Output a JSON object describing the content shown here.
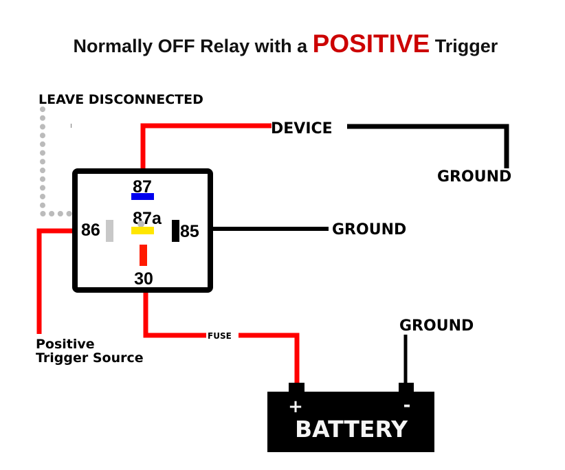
{
  "title": {
    "prefix": "Normally OFF Relay with a ",
    "emphasis": "POSITIVE",
    "suffix": " Trigger"
  },
  "labels": {
    "leave_disconnected": "LEAVE DISCONNECTED",
    "device": "DEVICE",
    "ground_device": "GROUND",
    "ground_85": "GROUND",
    "ground_battery": "GROUND",
    "fuse": "FUSE",
    "trigger_line1": "Positive",
    "trigger_line2": "Trigger Source"
  },
  "relay": {
    "pins": {
      "p87": "87",
      "p87a": "87a",
      "p86": "86",
      "p85": "85",
      "p30": "30"
    }
  },
  "battery": {
    "label": "BATTERY",
    "positive": "+",
    "negative": "-"
  },
  "colors": {
    "title_emphasis": "#cc0000",
    "positive_wire": "#ff0000",
    "ground_wire": "#000000",
    "disconnected_wire": "#bbbbbb",
    "pin_87": "#0000ee",
    "pin_87a": "#ffe600",
    "pin_86": "#c8c8c8",
    "pin_85": "#000000",
    "pin_30": "#ff1a00"
  }
}
